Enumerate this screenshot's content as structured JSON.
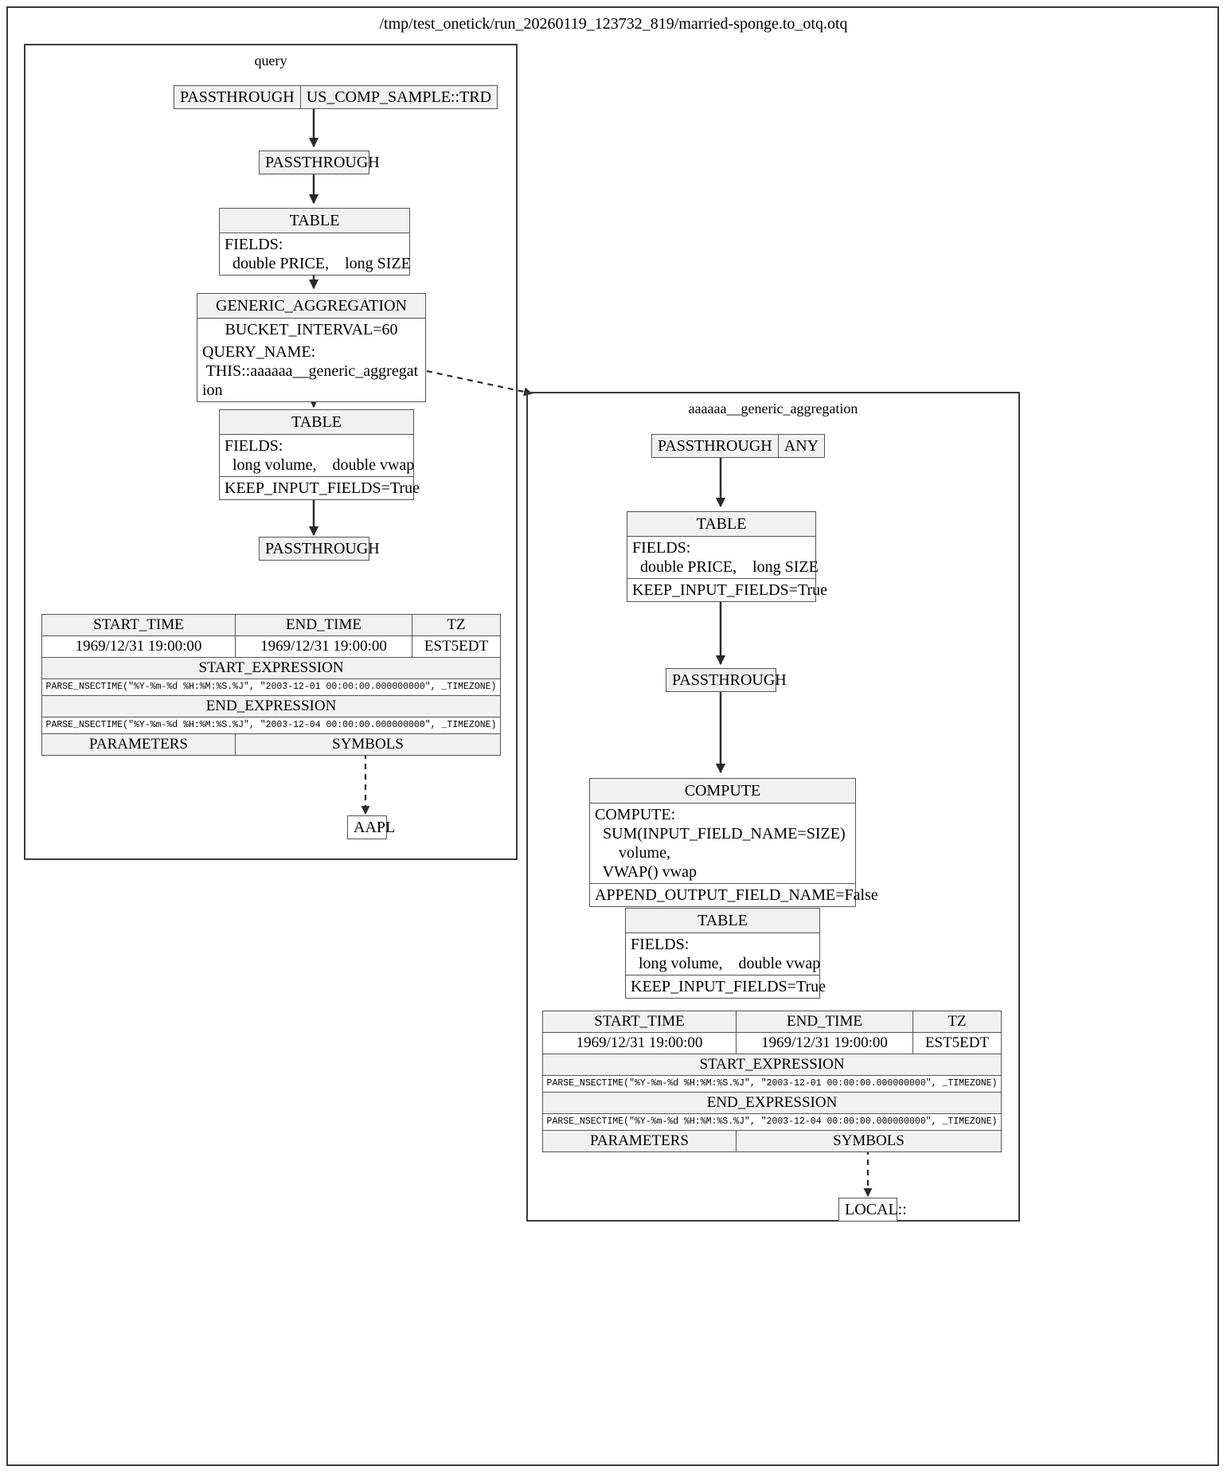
{
  "title": "/tmp/test_onetick/run_20260119_123732_819/married-sponge.to_otq.otq",
  "clusters": {
    "left": {
      "label": "query",
      "nodes": {
        "source": {
          "op": "PASSTHROUGH",
          "symbol": "US_COMP_SAMPLE::TRD"
        },
        "passthrough1": {
          "label": "PASSTHROUGH"
        },
        "table1": {
          "header": "TABLE",
          "fields_label": "FIELDS:",
          "fields": "  double PRICE,    long SIZE"
        },
        "generic_aggregation": {
          "header": "GENERIC_AGGREGATION",
          "bucket": "BUCKET_INTERVAL=60",
          "query_name_label": "QUERY_NAME:",
          "query_name_value": " THIS::aaaaaa__generic_aggregat\nion"
        },
        "table2": {
          "header": "TABLE",
          "fields_label": "FIELDS:",
          "fields": "  long volume,    double vwap",
          "keep": "KEEP_INPUT_FIELDS=True"
        },
        "passthrough2": {
          "label": "PASSTHROUGH"
        },
        "symbol_node": {
          "label": "AAPL"
        }
      },
      "params_table": {
        "headers": [
          "START_TIME",
          "END_TIME",
          "TZ"
        ],
        "values": [
          "1969/12/31 19:00:00",
          "1969/12/31 19:00:00",
          "EST5EDT"
        ],
        "start_expression_label": "START_EXPRESSION",
        "start_expression": "PARSE_NSECTIME(\"%Y-%m-%d %H:%M:%S.%J\", \"2003-12-01 00:00:00.000000000\", _TIMEZONE)",
        "end_expression_label": "END_EXPRESSION",
        "end_expression": "PARSE_NSECTIME(\"%Y-%m-%d %H:%M:%S.%J\", \"2003-12-04 00:00:00.000000000\", _TIMEZONE)",
        "footers": [
          "PARAMETERS",
          "SYMBOLS"
        ]
      }
    },
    "right": {
      "label": "aaaaaa__generic_aggregation",
      "nodes": {
        "source": {
          "op": "PASSTHROUGH",
          "symbol": "ANY"
        },
        "table1": {
          "header": "TABLE",
          "fields_label": "FIELDS:",
          "fields": "  double PRICE,    long SIZE",
          "keep": "KEEP_INPUT_FIELDS=True"
        },
        "passthrough1": {
          "label": "PASSTHROUGH"
        },
        "compute": {
          "header": "COMPUTE",
          "compute_label": "COMPUTE:",
          "compute_body": "  SUM(INPUT_FIELD_NAME=SIZE)\n      volume,\n  VWAP() vwap",
          "append": "APPEND_OUTPUT_FIELD_NAME=False"
        },
        "table2": {
          "header": "TABLE",
          "fields_label": "FIELDS:",
          "fields": "  long volume,    double vwap",
          "keep": "KEEP_INPUT_FIELDS=True"
        },
        "symbol_node": {
          "label": "LOCAL::"
        }
      },
      "params_table": {
        "headers": [
          "START_TIME",
          "END_TIME",
          "TZ"
        ],
        "values": [
          "1969/12/31 19:00:00",
          "1969/12/31 19:00:00",
          "EST5EDT"
        ],
        "start_expression_label": "START_EXPRESSION",
        "start_expression": "PARSE_NSECTIME(\"%Y-%m-%d %H:%M:%S.%J\", \"2003-12-01 00:00:00.000000000\", _TIMEZONE)",
        "end_expression_label": "END_EXPRESSION",
        "end_expression": "PARSE_NSECTIME(\"%Y-%m-%d %H:%M:%S.%J\", \"2003-12-04 00:00:00.000000000\", _TIMEZONE)",
        "footers": [
          "PARAMETERS",
          "SYMBOLS"
        ]
      }
    }
  },
  "colors": {
    "node_header_fill": "#f1f1f1",
    "node_border": "#555555",
    "cluster_border": "#3b3b3b",
    "background": "#ffffff",
    "text": "#000000"
  }
}
